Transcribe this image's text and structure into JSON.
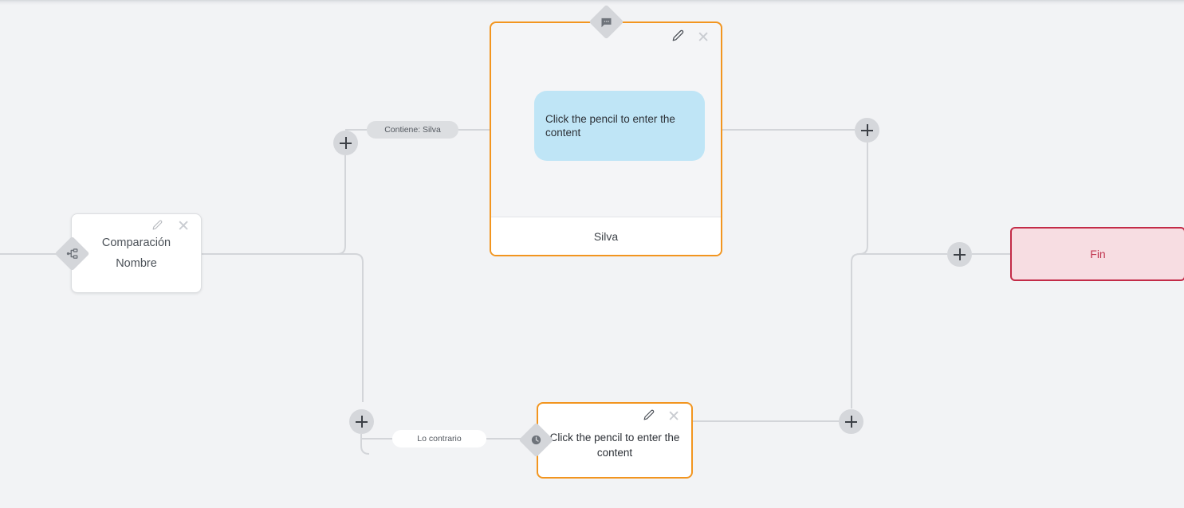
{
  "canvas": {
    "background_color": "#f2f3f5",
    "edge_color": "#d3d5d9"
  },
  "nodes": [
    {
      "id": "comparacion",
      "type": "condition-node",
      "title": "Comparación",
      "subtitle": "Nombre",
      "handle_icon": "sitemap-branch-icon",
      "edit_icon": "pencil-icon",
      "close_icon": "close-icon",
      "border_color": "#dcdee1",
      "background_color": "#ffffff"
    },
    {
      "id": "message-silva",
      "type": "message-node",
      "bubble_text": "Click the pencil to enter the content",
      "footer_text": "Silva",
      "handle_icon": "chat-bubble-icon",
      "edit_icon": "pencil-icon",
      "close_icon": "close-icon",
      "border_color": "#f2951f",
      "bubble_color": "#bfe5f6",
      "background_color": "#f4f5f7"
    },
    {
      "id": "message-otherwise",
      "type": "message-node",
      "text": "Click the pencil to enter the content",
      "handle_icon": "clock-icon",
      "edit_icon": "pencil-icon",
      "close_icon": "close-icon",
      "border_color": "#f2951f",
      "background_color": "#ffffff"
    },
    {
      "id": "fin",
      "type": "end-node",
      "label": "Fin",
      "border_color": "#c32b47",
      "background_color": "#f7dde2",
      "text_color": "#c0344e"
    }
  ],
  "edge_labels": [
    {
      "id": "contiene-silva",
      "text": "Contiene: Silva",
      "style": "gray"
    },
    {
      "id": "lo-contrario",
      "text": "Lo contrario",
      "style": "white"
    }
  ],
  "add_buttons": [
    {
      "id": "add-top-branch",
      "icon": "plus-icon"
    },
    {
      "id": "add-bottom-branch",
      "icon": "plus-icon"
    },
    {
      "id": "add-after-message",
      "icon": "plus-icon"
    },
    {
      "id": "add-after-other",
      "icon": "plus-icon"
    },
    {
      "id": "add-before-end",
      "icon": "plus-icon"
    }
  ]
}
